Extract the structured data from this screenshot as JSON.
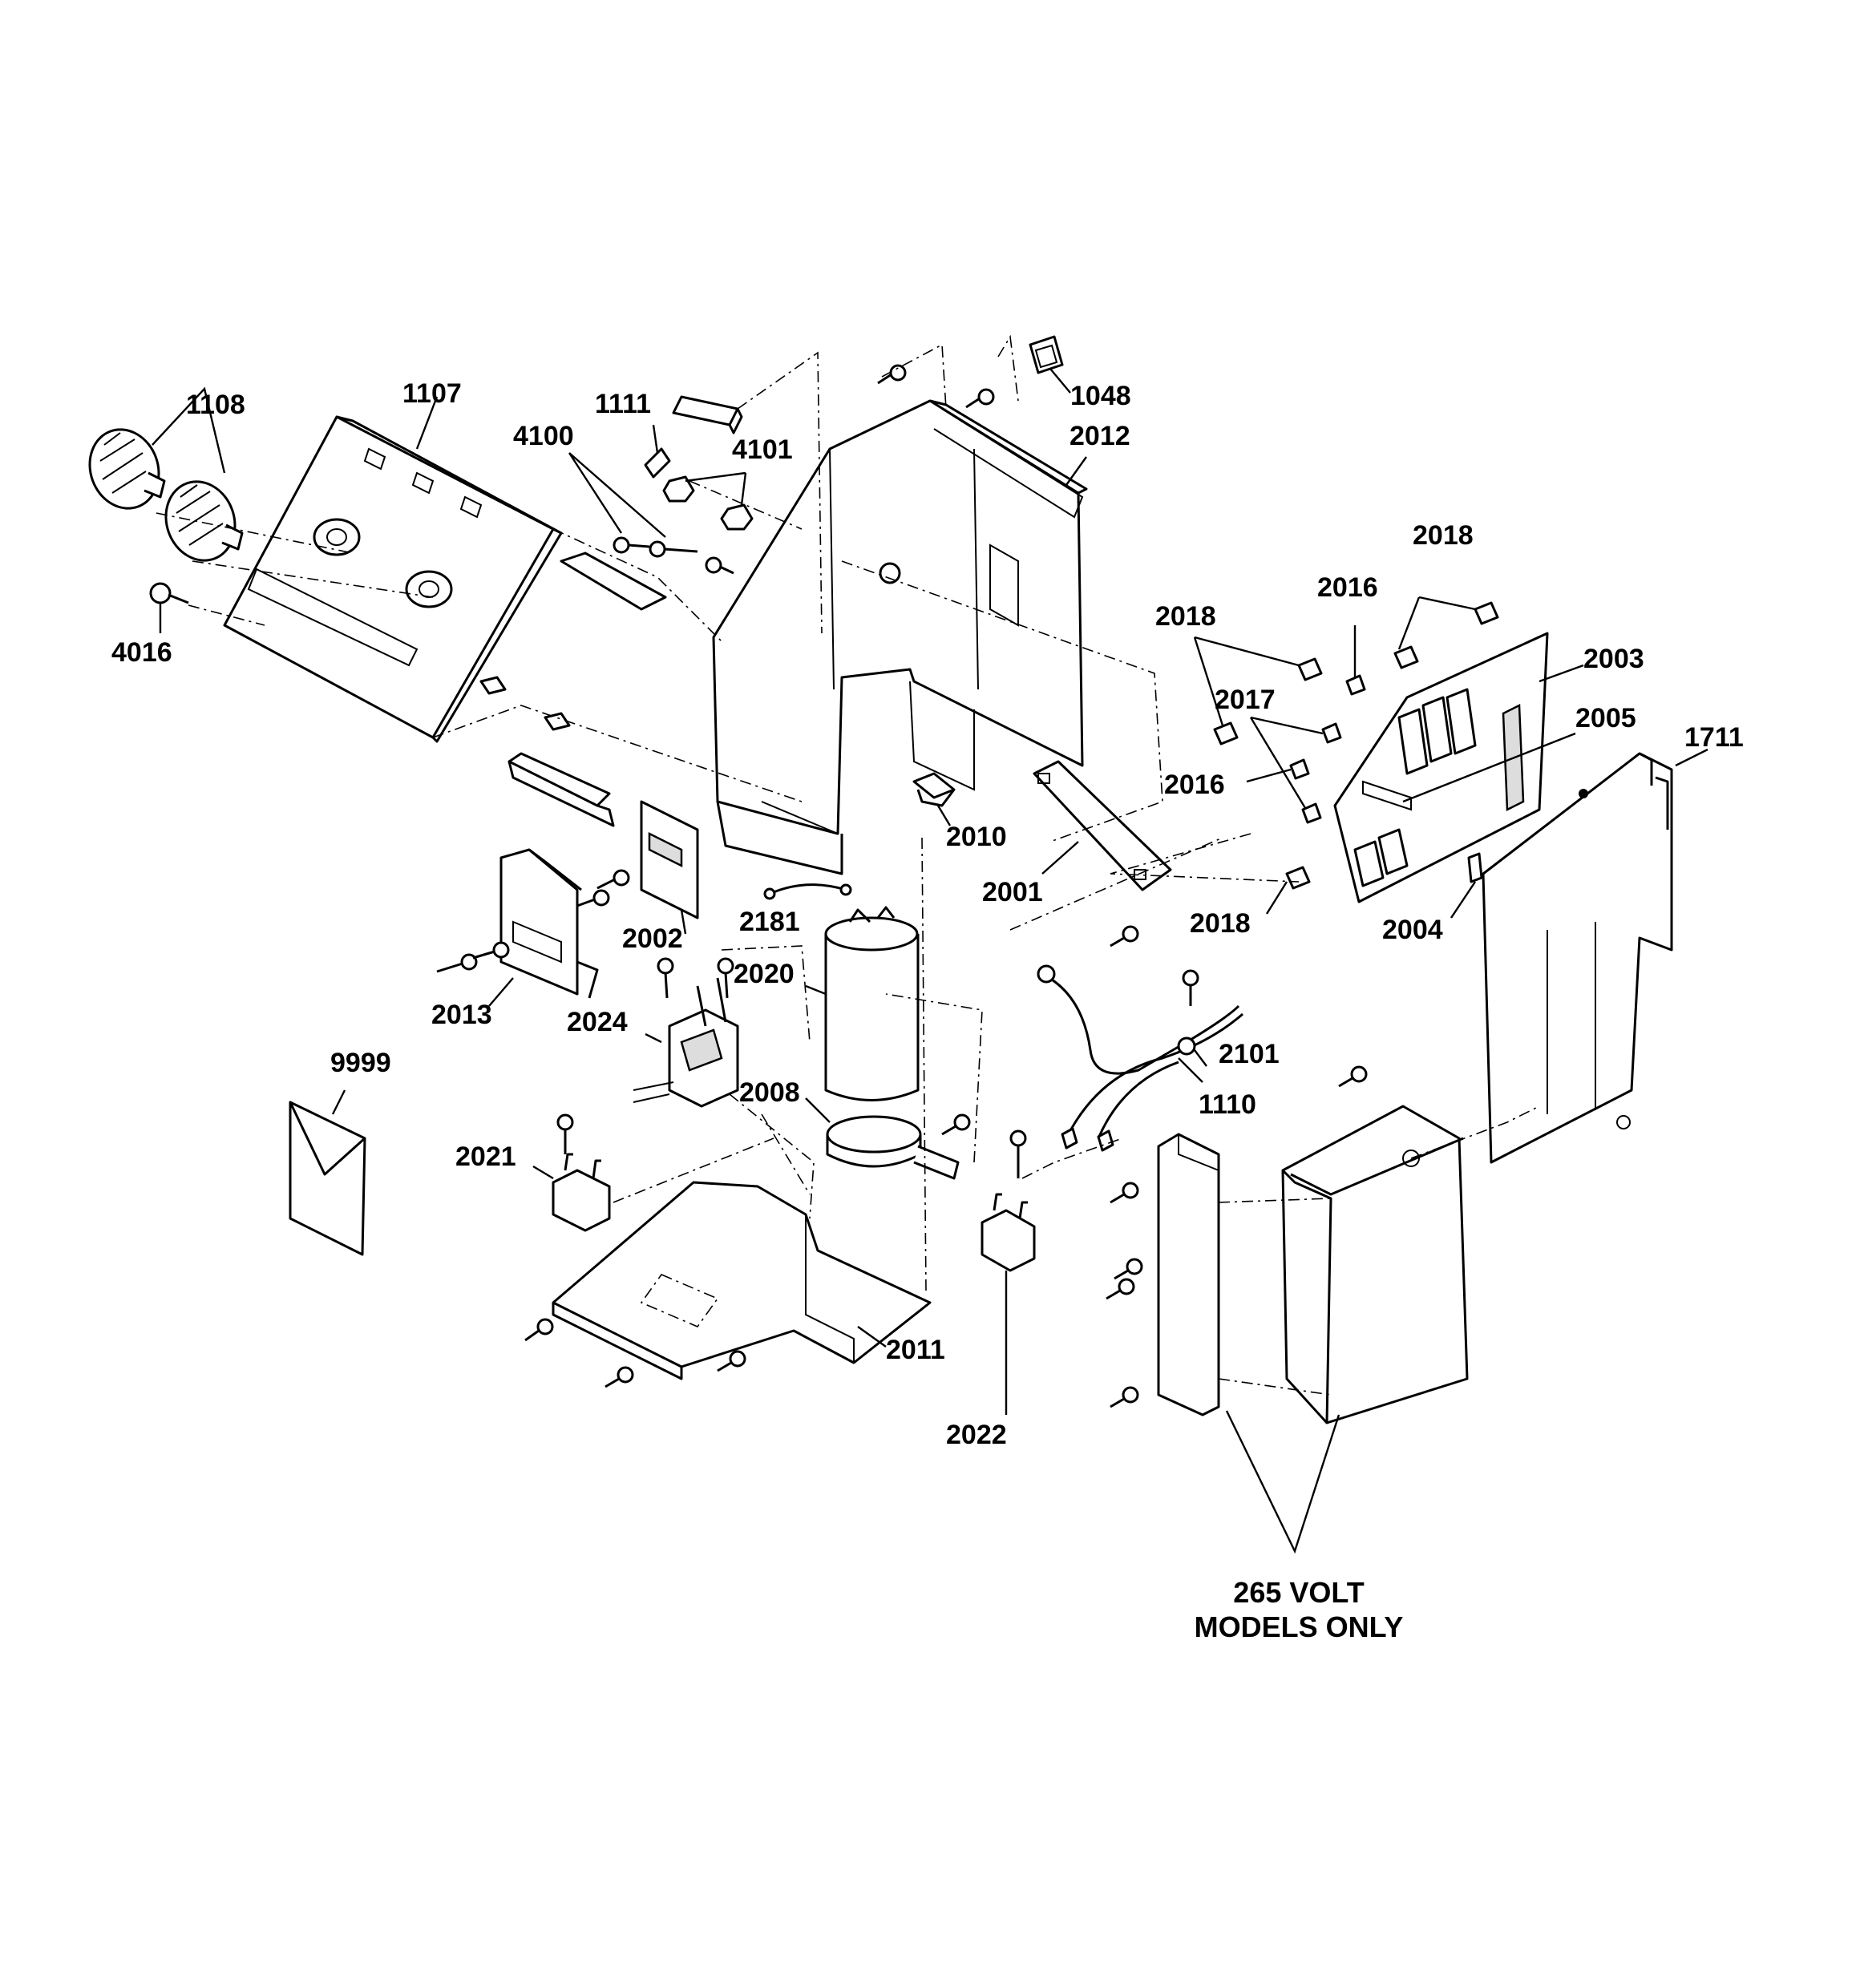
{
  "parts": {
    "p1108": "1108",
    "p1107": "1107",
    "p1111": "1111",
    "p4100": "4100",
    "p4101": "4101",
    "p1048": "1048",
    "p2012": "2012",
    "p2018_top": "2018",
    "p2016_top": "2016",
    "p2018_left": "2018",
    "p2003": "2003",
    "p2017": "2017",
    "p2005": "2005",
    "p1711": "1711",
    "p2016_mid": "2016",
    "p4016": "4016",
    "p2010": "2010",
    "p2001": "2001",
    "p2018_bottom": "2018",
    "p2004": "2004",
    "p2181": "2181",
    "p2002": "2002",
    "p2020": "2020",
    "p2013": "2013",
    "p2024": "2024",
    "p2101": "2101",
    "p9999": "9999",
    "p1110": "1110",
    "p2008": "2008",
    "p2021": "2021",
    "p2011": "2011",
    "p2022": "2022"
  },
  "note": {
    "line1": "265 VOLT",
    "line2": "MODELS ONLY"
  }
}
